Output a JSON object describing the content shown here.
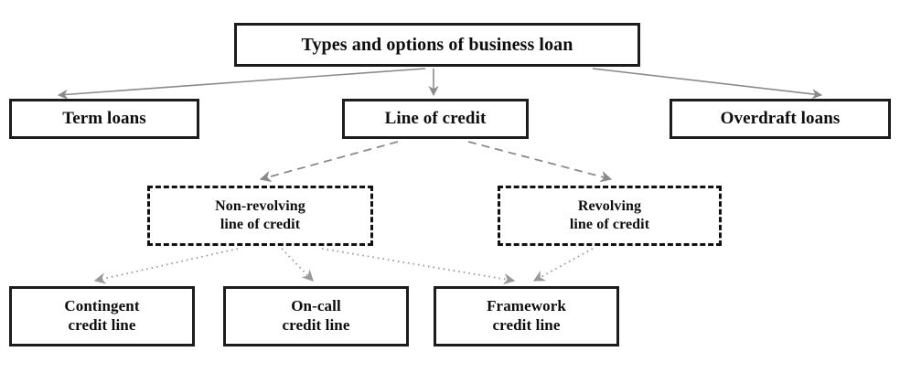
{
  "diagram": {
    "title": "Types and options of business loan",
    "background_color": "#ffffff",
    "box_border_color": "#1c1c1c",
    "solid_connector_color": "#8a8a8a",
    "dashed_connector_color": "#8a8a8a",
    "dotted_connector_color": "#9a9a9a",
    "levels": {
      "level0": {
        "nodes": [
          {
            "id": "root",
            "label": "Types and options of business loan",
            "border_style": "solid"
          }
        ]
      },
      "level1": {
        "nodes": [
          {
            "id": "term-loans",
            "label": "Term loans",
            "border_style": "solid"
          },
          {
            "id": "line-of-credit",
            "label": "Line of credit",
            "border_style": "solid"
          },
          {
            "id": "overdraft-loans",
            "label": "Overdraft loans",
            "border_style": "solid"
          }
        ]
      },
      "level2": {
        "nodes": [
          {
            "id": "non-revolving",
            "label": "Non-revolving\nline of credit",
            "border_style": "dashed"
          },
          {
            "id": "revolving",
            "label": "Revolving\nline of credit",
            "border_style": "dashed"
          }
        ]
      },
      "level3": {
        "nodes": [
          {
            "id": "contingent",
            "label": "Contingent\ncredit line",
            "border_style": "solid"
          },
          {
            "id": "on-call",
            "label": "On-call\ncredit line",
            "border_style": "solid"
          },
          {
            "id": "framework",
            "label": "Framework\ncredit line",
            "border_style": "solid"
          }
        ]
      }
    },
    "connectors": [
      {
        "from": "root",
        "to": "term-loans",
        "style": "solid"
      },
      {
        "from": "root",
        "to": "line-of-credit",
        "style": "solid"
      },
      {
        "from": "root",
        "to": "overdraft-loans",
        "style": "solid"
      },
      {
        "from": "line-of-credit",
        "to": "non-revolving",
        "style": "dashed"
      },
      {
        "from": "line-of-credit",
        "to": "revolving",
        "style": "dashed"
      },
      {
        "from": "non-revolving",
        "to": "contingent",
        "style": "dotted"
      },
      {
        "from": "non-revolving",
        "to": "on-call",
        "style": "dotted"
      },
      {
        "from": "non-revolving",
        "to": "framework",
        "style": "dotted"
      },
      {
        "from": "revolving",
        "to": "framework",
        "style": "dotted"
      }
    ]
  }
}
